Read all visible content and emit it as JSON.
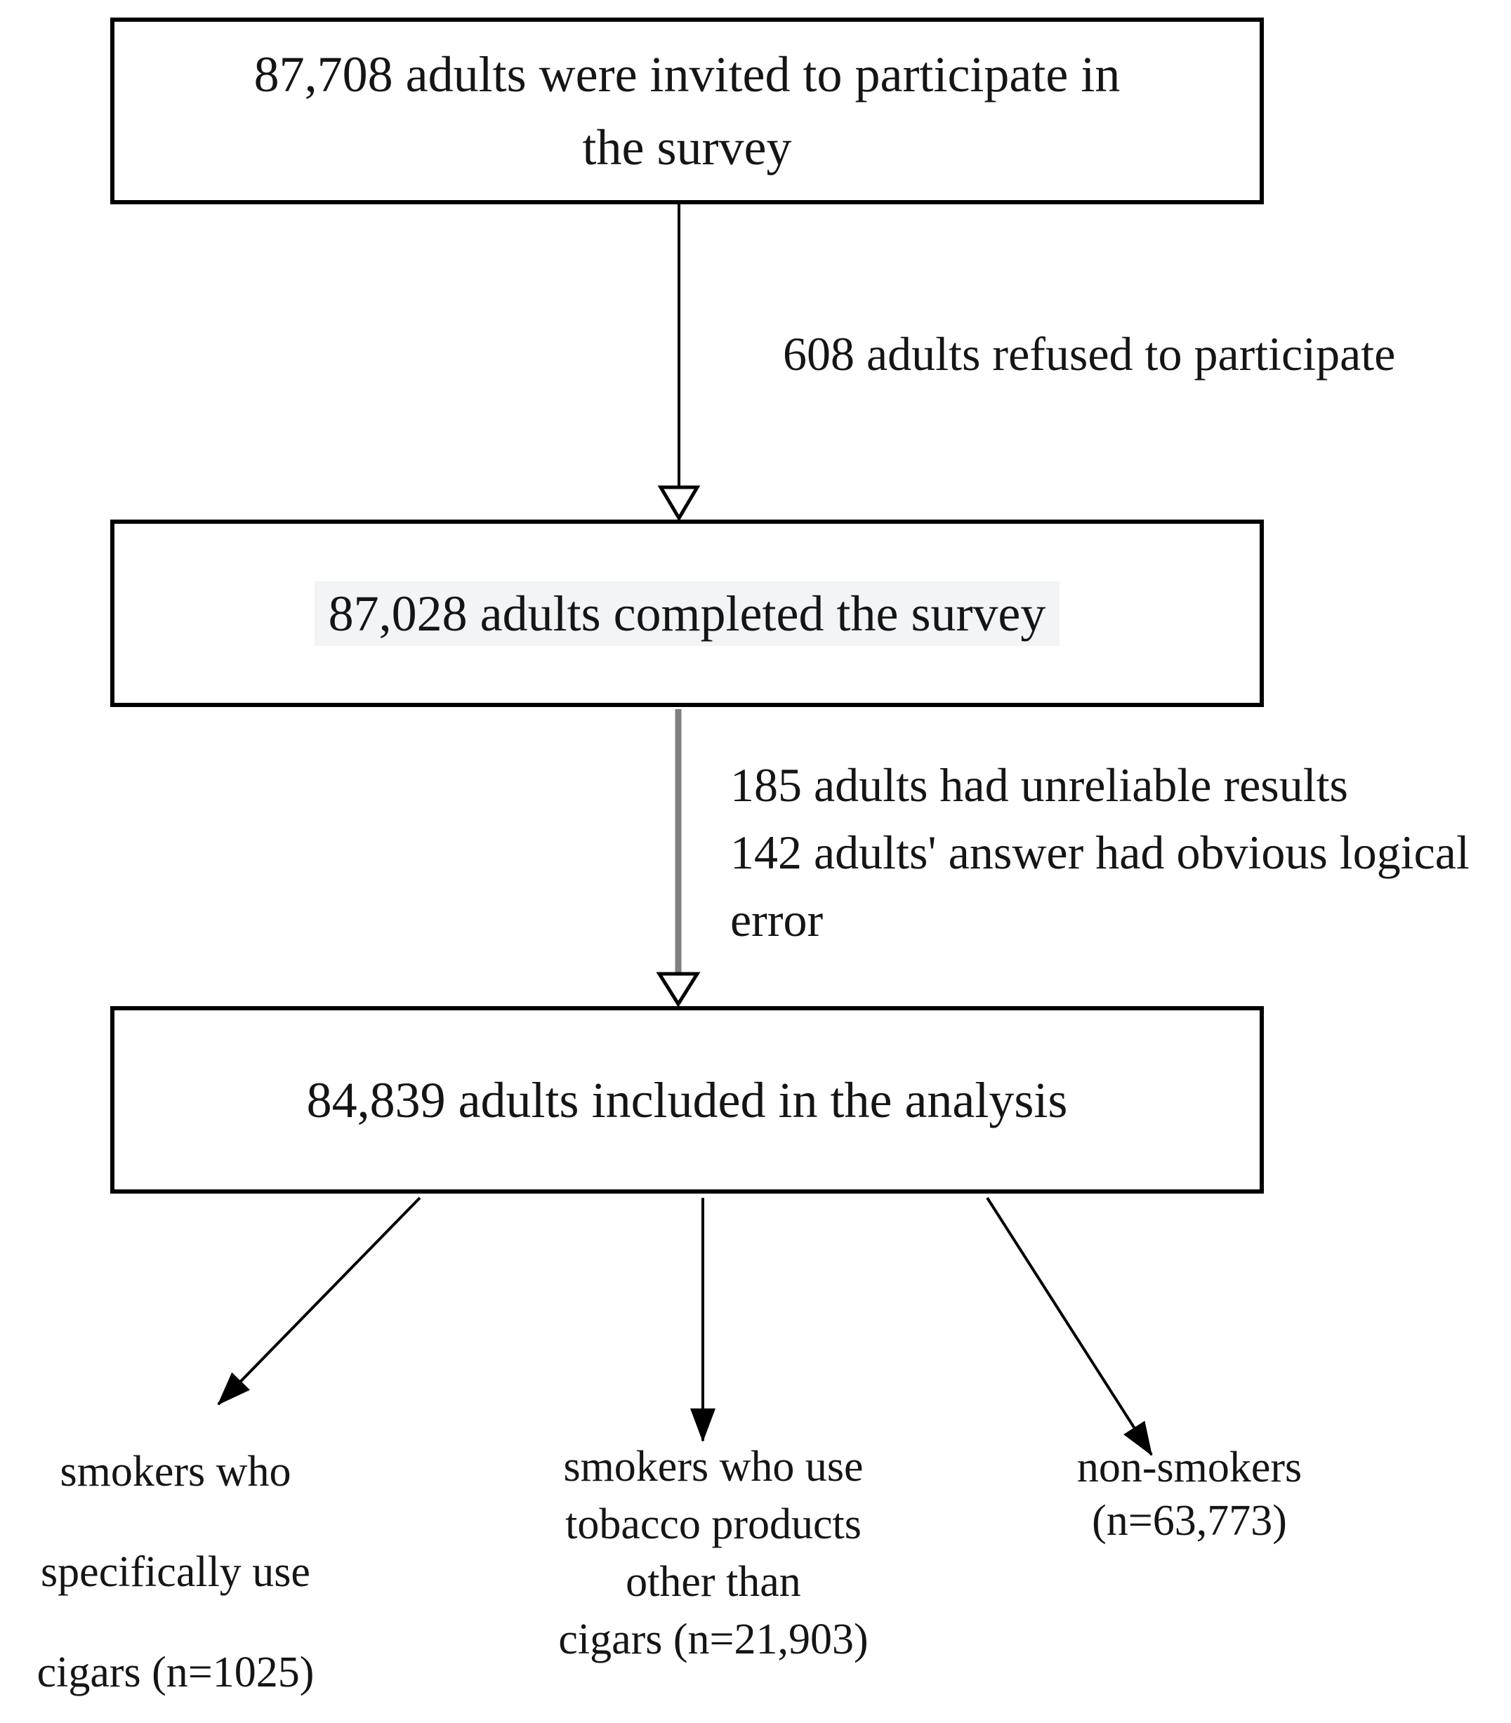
{
  "figure": {
    "background": "#ffffff",
    "text_color": "#151515",
    "boxes": [
      {
        "name": "invited",
        "lines": [
          "87,708 adults were invited to participate in",
          "the survey"
        ]
      },
      {
        "name": "completed",
        "lines": [
          "87,028 adults completed the survey"
        ],
        "highlight_color": "#f2f4f6"
      },
      {
        "name": "analysis",
        "lines": [
          "84,839 adults included in the analysis"
        ]
      }
    ],
    "edge_labels": [
      {
        "name": "refused",
        "lines": [
          "608 adults refused to participate"
        ]
      },
      {
        "name": "excluded",
        "lines": [
          "185 adults had unreliable results",
          "142 adults' answer had obvious logical",
          "error"
        ]
      }
    ],
    "outcomes": [
      {
        "name": "cigar-only-smokers",
        "lines": [
          "smokers who",
          "specifically use",
          "cigars (n=1025)"
        ]
      },
      {
        "name": "other-tobacco-smokers",
        "lines": [
          "smokers who use",
          "tobacco products",
          "other than",
          "cigars (n=21,903)"
        ]
      },
      {
        "name": "non-smokers",
        "lines": [
          "non-smokers",
          "(n=63,773)"
        ]
      }
    ],
    "colors": {
      "box_border": "#000000",
      "arrow_primary": "#000000",
      "arrow_secondary": "#808080"
    }
  }
}
